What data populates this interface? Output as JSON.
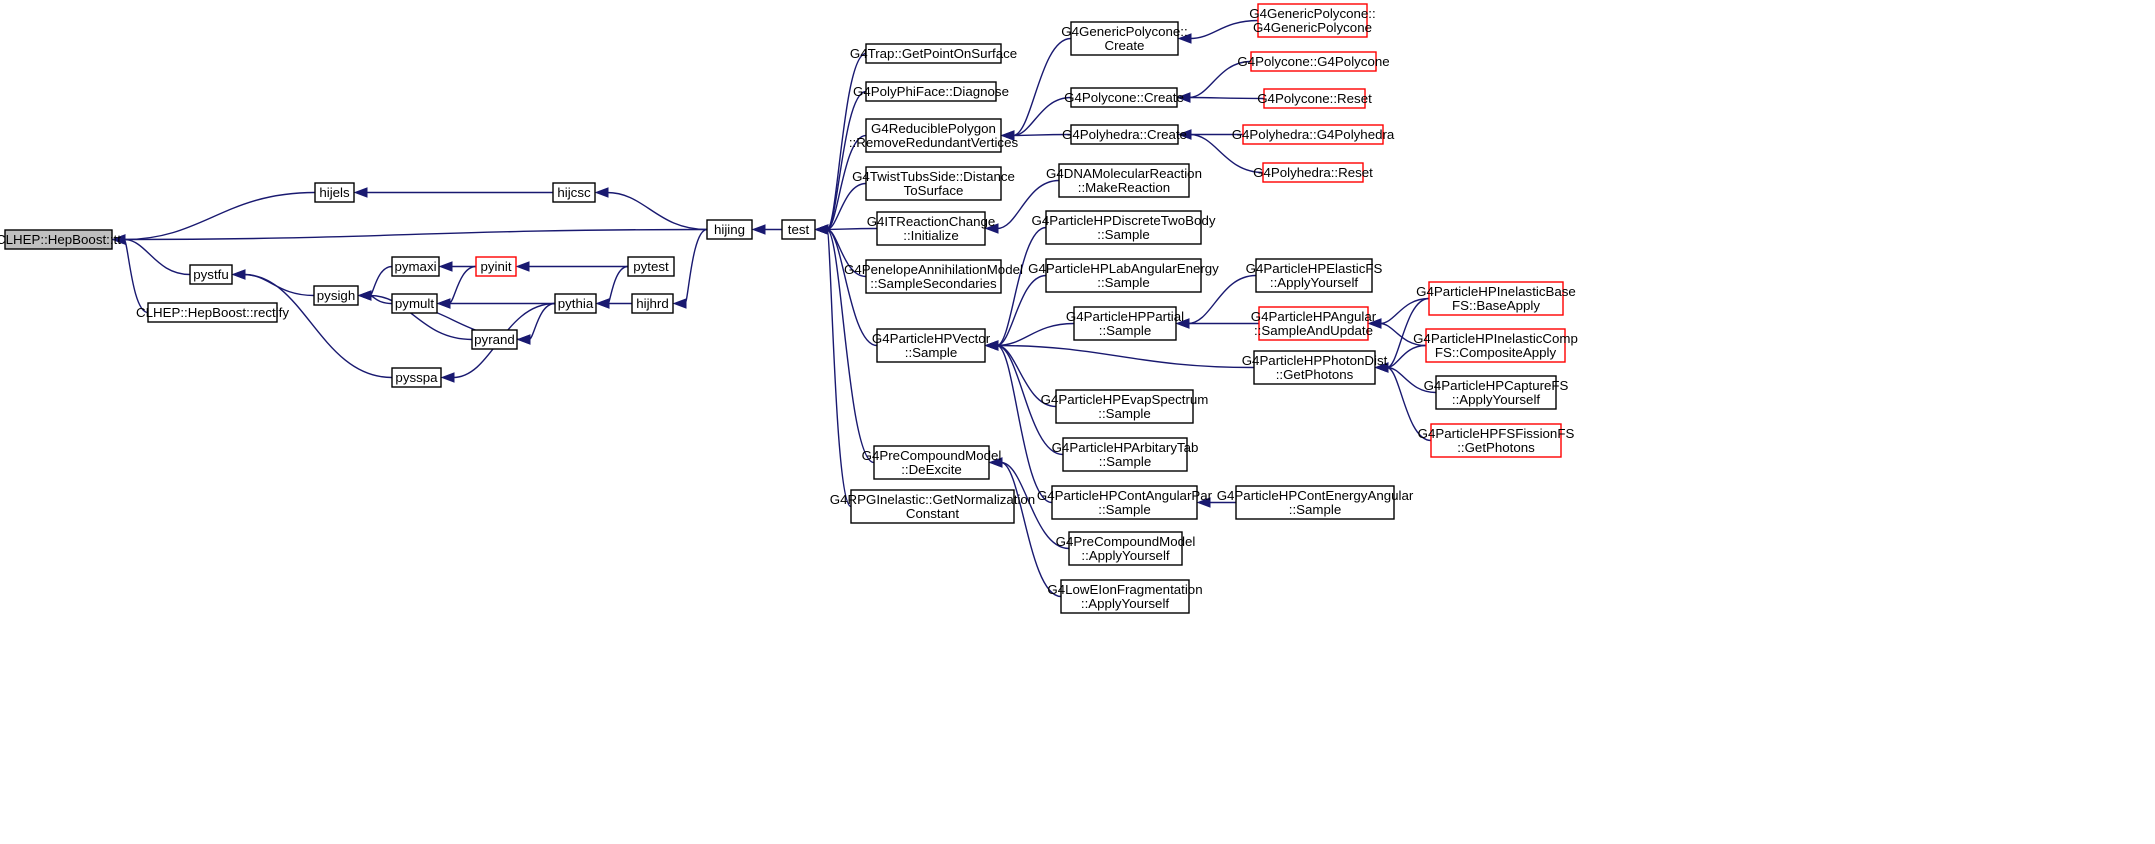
{
  "colors": {
    "edge": "#191970",
    "border": "#000000",
    "truncated_border": "#ff0000",
    "root_fill": "#bfbfbf"
  },
  "nodes": [
    {
      "id": "tt",
      "lines": [
        "CLHEP::HepBoost::tt"
      ],
      "root": true
    },
    {
      "id": "hijels",
      "lines": [
        "hijels"
      ]
    },
    {
      "id": "pystfu",
      "lines": [
        "pystfu"
      ]
    },
    {
      "id": "rectify",
      "lines": [
        "CLHEP::HepBoost::rectify"
      ]
    },
    {
      "id": "pysigh",
      "lines": [
        "pysigh"
      ]
    },
    {
      "id": "pysspa",
      "lines": [
        "pysspa"
      ]
    },
    {
      "id": "pymaxi",
      "lines": [
        "pymaxi"
      ]
    },
    {
      "id": "pymult",
      "lines": [
        "pymult"
      ]
    },
    {
      "id": "pyinit",
      "lines": [
        "pyinit"
      ],
      "red": true
    },
    {
      "id": "pyrand",
      "lines": [
        "pyrand"
      ]
    },
    {
      "id": "hijcsc",
      "lines": [
        "hijcsc"
      ]
    },
    {
      "id": "pytest",
      "lines": [
        "pytest"
      ]
    },
    {
      "id": "pythia",
      "lines": [
        "pythia"
      ]
    },
    {
      "id": "hijhrd",
      "lines": [
        "hijhrd"
      ]
    },
    {
      "id": "hijing",
      "lines": [
        "hijing"
      ]
    },
    {
      "id": "test",
      "lines": [
        "test"
      ]
    },
    {
      "id": "trap",
      "lines": [
        "G4Trap::GetPointOnSurface"
      ]
    },
    {
      "id": "polyphi",
      "lines": [
        "G4PolyPhiFace::Diagnose"
      ]
    },
    {
      "id": "redpoly",
      "lines": [
        "G4ReduciblePolygon",
        "::RemoveRedundantVertices"
      ]
    },
    {
      "id": "twist",
      "lines": [
        "G4TwistTubsSide::Distance",
        "ToSurface"
      ]
    },
    {
      "id": "itreact",
      "lines": [
        "G4ITReactionChange",
        "::Initialize"
      ]
    },
    {
      "id": "penelope",
      "lines": [
        "G4PenelopeAnnihilationModel",
        "::SampleSecondaries"
      ]
    },
    {
      "id": "hpvector",
      "lines": [
        "G4ParticleHPVector",
        "::Sample"
      ]
    },
    {
      "id": "precompdex",
      "lines": [
        "G4PreCompoundModel",
        "::DeExcite"
      ]
    },
    {
      "id": "rpg",
      "lines": [
        "G4RPGInelastic::GetNormalization",
        "Constant"
      ]
    },
    {
      "id": "genpolycreate",
      "lines": [
        "G4GenericPolycone::",
        "Create"
      ]
    },
    {
      "id": "polyconecreate",
      "lines": [
        "G4Polycone::Create"
      ]
    },
    {
      "id": "polyhedracreate",
      "lines": [
        "G4Polyhedra::Create"
      ]
    },
    {
      "id": "dnamol",
      "lines": [
        "G4DNAMolecularReaction",
        "::MakeReaction"
      ]
    },
    {
      "id": "hpdiscrete",
      "lines": [
        "G4ParticleHPDiscreteTwoBody",
        "::Sample"
      ]
    },
    {
      "id": "hplab",
      "lines": [
        "G4ParticleHPLabAngularEnergy",
        "::Sample"
      ]
    },
    {
      "id": "hppartial",
      "lines": [
        "G4ParticleHPPartial",
        "::Sample"
      ]
    },
    {
      "id": "hpphoton",
      "lines": [
        "G4ParticleHPPhotonDist",
        "::GetPhotons"
      ]
    },
    {
      "id": "hpevap",
      "lines": [
        "G4ParticleHPEvapSpectrum",
        "::Sample"
      ]
    },
    {
      "id": "hparb",
      "lines": [
        "G4ParticleHPArbitaryTab",
        "::Sample"
      ]
    },
    {
      "id": "hpcontang",
      "lines": [
        "G4ParticleHPContAngularPar",
        "::Sample"
      ]
    },
    {
      "id": "precompapply",
      "lines": [
        "G4PreCompoundModel",
        "::ApplyYourself"
      ]
    },
    {
      "id": "lowe",
      "lines": [
        "G4LowEIonFragmentation",
        "::ApplyYourself"
      ]
    },
    {
      "id": "genpolyctor",
      "lines": [
        "G4GenericPolycone::",
        "G4GenericPolycone"
      ],
      "red": true
    },
    {
      "id": "polyconector",
      "lines": [
        "G4Polycone::G4Polycone"
      ],
      "red": true
    },
    {
      "id": "polyconereset",
      "lines": [
        "G4Polycone::Reset"
      ],
      "red": true
    },
    {
      "id": "polyhedractor",
      "lines": [
        "G4Polyhedra::G4Polyhedra"
      ],
      "red": true
    },
    {
      "id": "polyhedrareset",
      "lines": [
        "G4Polyhedra::Reset"
      ],
      "red": true
    },
    {
      "id": "hpelastic",
      "lines": [
        "G4ParticleHPElasticFS",
        "::ApplyYourself"
      ]
    },
    {
      "id": "hpangular",
      "lines": [
        "G4ParticleHPAngular",
        "::SampleAndUpdate"
      ],
      "red": true
    },
    {
      "id": "hpcontenergy",
      "lines": [
        "G4ParticleHPContEnergyAngular",
        "::Sample"
      ]
    },
    {
      "id": "hpinelbase",
      "lines": [
        "G4ParticleHPInelasticBase",
        "FS::BaseApply"
      ],
      "red": true
    },
    {
      "id": "hpinelcomp",
      "lines": [
        "G4ParticleHPInelasticComp",
        "FS::CompositeApply"
      ],
      "red": true
    },
    {
      "id": "hpcapture",
      "lines": [
        "G4ParticleHPCaptureFS",
        "::ApplyYourself"
      ]
    },
    {
      "id": "hpfission",
      "lines": [
        "G4ParticleHPFSFissionFS",
        "::GetPhotons"
      ],
      "red": true
    }
  ],
  "edges": [
    [
      "hijels",
      "tt"
    ],
    [
      "hijing",
      "tt"
    ],
    [
      "pystfu",
      "tt"
    ],
    [
      "rectify",
      "tt"
    ],
    [
      "hijcsc",
      "hijels"
    ],
    [
      "pysigh",
      "pystfu"
    ],
    [
      "pysspa",
      "pystfu"
    ],
    [
      "pymaxi",
      "pysigh"
    ],
    [
      "pymult",
      "pysigh"
    ],
    [
      "pyrand",
      "pysigh"
    ],
    [
      "pythia",
      "pysspa"
    ],
    [
      "pyinit",
      "pymaxi"
    ],
    [
      "pyinit",
      "pymult"
    ],
    [
      "pythia",
      "pymult"
    ],
    [
      "pymult",
      "pyrand"
    ],
    [
      "pytest",
      "pyinit"
    ],
    [
      "pythia",
      "pyrand"
    ],
    [
      "pytest",
      "pythia"
    ],
    [
      "hijhrd",
      "pythia"
    ],
    [
      "hijing",
      "hijcsc"
    ],
    [
      "hijing",
      "hijhrd"
    ],
    [
      "test",
      "hijing"
    ],
    [
      "trap",
      "test"
    ],
    [
      "polyphi",
      "test"
    ],
    [
      "redpoly",
      "test"
    ],
    [
      "twist",
      "test"
    ],
    [
      "itreact",
      "test"
    ],
    [
      "penelope",
      "test"
    ],
    [
      "hpvector",
      "test"
    ],
    [
      "precompdex",
      "test"
    ],
    [
      "rpg",
      "test"
    ],
    [
      "genpolycreate",
      "redpoly"
    ],
    [
      "polyconecreate",
      "redpoly"
    ],
    [
      "polyhedracreate",
      "redpoly"
    ],
    [
      "dnamol",
      "itreact"
    ],
    [
      "hpdiscrete",
      "hpvector"
    ],
    [
      "hplab",
      "hpvector"
    ],
    [
      "hppartial",
      "hpvector"
    ],
    [
      "hpphoton",
      "hpvector"
    ],
    [
      "hpevap",
      "hpvector"
    ],
    [
      "hparb",
      "hpvector"
    ],
    [
      "hpcontang",
      "hpvector"
    ],
    [
      "precompapply",
      "precompdex"
    ],
    [
      "lowe",
      "precompdex"
    ],
    [
      "genpolyctor",
      "genpolycreate"
    ],
    [
      "polyconector",
      "polyconecreate"
    ],
    [
      "polyconereset",
      "polyconecreate"
    ],
    [
      "polyhedractor",
      "polyhedracreate"
    ],
    [
      "polyhedrareset",
      "polyhedracreate"
    ],
    [
      "hpelastic",
      "hppartial"
    ],
    [
      "hpangular",
      "hppartial"
    ],
    [
      "hpcontenergy",
      "hpcontang"
    ],
    [
      "hpinelbase",
      "hpangular"
    ],
    [
      "hpinelcomp",
      "hpangular"
    ],
    [
      "hpinelbase",
      "hpphoton"
    ],
    [
      "hpinelcomp",
      "hpphoton"
    ],
    [
      "hpcapture",
      "hpphoton"
    ],
    [
      "hpfission",
      "hpphoton"
    ]
  ]
}
